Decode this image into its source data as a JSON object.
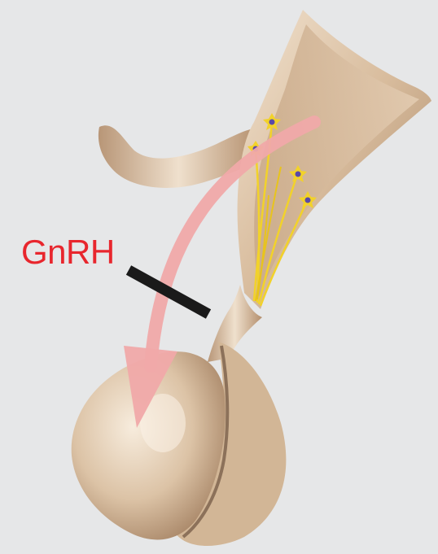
{
  "diagram": {
    "label": "GnRH",
    "colors": {
      "background": "#e6e7e8",
      "label_text": "#e8262d",
      "arrow": "#f0a9a9",
      "inhibition_bar": "#1a1a1a",
      "tissue": "#d9bfa4",
      "neurons": "#f2d22a",
      "nuclei": "#5a4aa8"
    },
    "icons": [
      "hypothalamus-funnel",
      "infundibulum-stalk",
      "pituitary-gland",
      "neuron-cell-icon",
      "curved-arrow",
      "inhibition-bar"
    ]
  }
}
